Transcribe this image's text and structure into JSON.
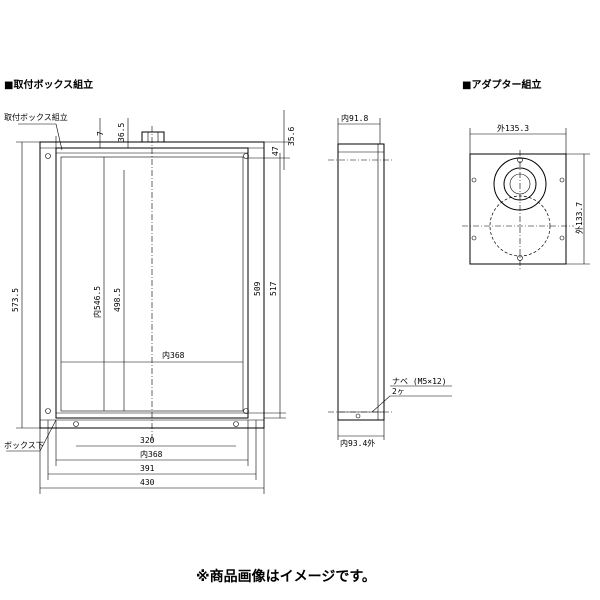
{
  "titles": {
    "frame_assembly": "■取付ボックス組立",
    "adapter_assembly": "■アダプター組立"
  },
  "labels": {
    "box_assembly": "取付ボックス組立",
    "box_bottom": "ボックス下",
    "screw": "ナベ (M5×12)",
    "screw_qty": "2ヶ"
  },
  "dims": {
    "d36_5": "36.5",
    "d7": "7",
    "d35_6": "35.6",
    "d47": "47",
    "d573_5": "573.5",
    "d546_5": "内546.5",
    "d498_5": "498.5",
    "d509": "509",
    "d517": "517",
    "d368_in": "内368",
    "d320": "320",
    "d368_bottom": "内368",
    "d391": "391",
    "d430": "430",
    "d91_8": "内91.8",
    "d93_4": "内93.4外",
    "d135_3": "外135.3",
    "d133_7": "外133.7"
  },
  "footer": {
    "note": "※商品画像はイメージです。"
  }
}
